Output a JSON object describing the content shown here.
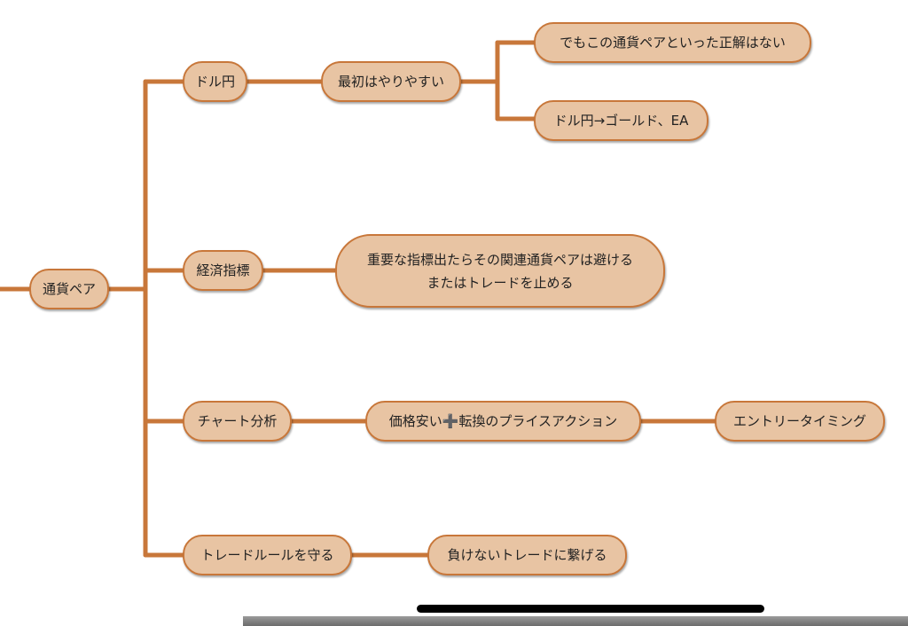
{
  "mindmap": {
    "colors": {
      "line": "#c8773a",
      "node_fill": "#e8c4a3",
      "node_border": "#c8773a",
      "text": "#222222"
    },
    "root": {
      "label": "通貨ペア"
    },
    "branches": [
      {
        "label": "ドル円",
        "children": [
          {
            "label": "最初はやりやすい",
            "children": [
              {
                "label": "でもこの通貨ペアといった正解はない"
              },
              {
                "label": "ドル円→ゴールド、EA"
              }
            ]
          }
        ]
      },
      {
        "label": "経済指標",
        "children": [
          {
            "lines": [
              "重要な指標出たらその関連通貨ペアは避ける",
              "またはトレードを止める"
            ]
          }
        ]
      },
      {
        "label": "チャート分析",
        "children": [
          {
            "label": "価格安い➕転換のプライスアクション",
            "children": [
              {
                "label": "エントリータイミング"
              }
            ]
          }
        ]
      },
      {
        "label": "トレードルールを守る",
        "children": [
          {
            "label": "負けないトレードに繋げる"
          }
        ]
      }
    ]
  }
}
